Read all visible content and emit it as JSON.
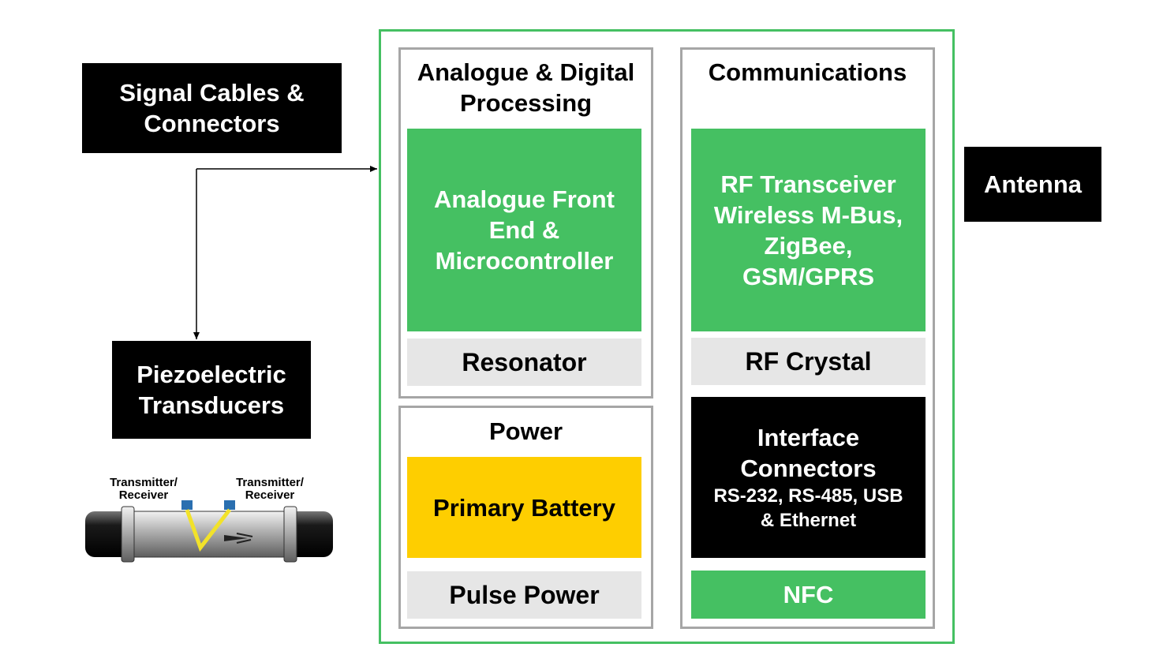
{
  "left": {
    "signal_cables": "Signal Cables &\nConnectors",
    "piezo": "Piezoelectric\nTransducers",
    "illustration": {
      "left_label": "Transmitter/\nReceiver",
      "right_label": "Transmitter/\nReceiver"
    }
  },
  "processing": {
    "title": "Analogue & Digital\nProcessing",
    "afe": "Analogue Front\nEnd &\nMicrocontroller",
    "resonator": "Resonator"
  },
  "power": {
    "title": "Power",
    "battery": "Primary Battery",
    "pulse": "Pulse Power"
  },
  "communications": {
    "title": "Communications",
    "rf_transceiver": "RF Transceiver\nWireless M-Bus,\nZigBee,\nGSM/GPRS",
    "rf_crystal": "RF Crystal",
    "interface_title": "Interface\nConnectors",
    "interface_sub": "RS-232, RS-485, USB\n& Ethernet",
    "nfc": "NFC"
  },
  "antenna": "Antenna",
  "colors": {
    "green": "#45c062",
    "yellow": "#fece00",
    "grey": "#e6e6e6",
    "black": "#000000",
    "panel_border": "#a6a6a6",
    "outer_border": "#45c062"
  }
}
